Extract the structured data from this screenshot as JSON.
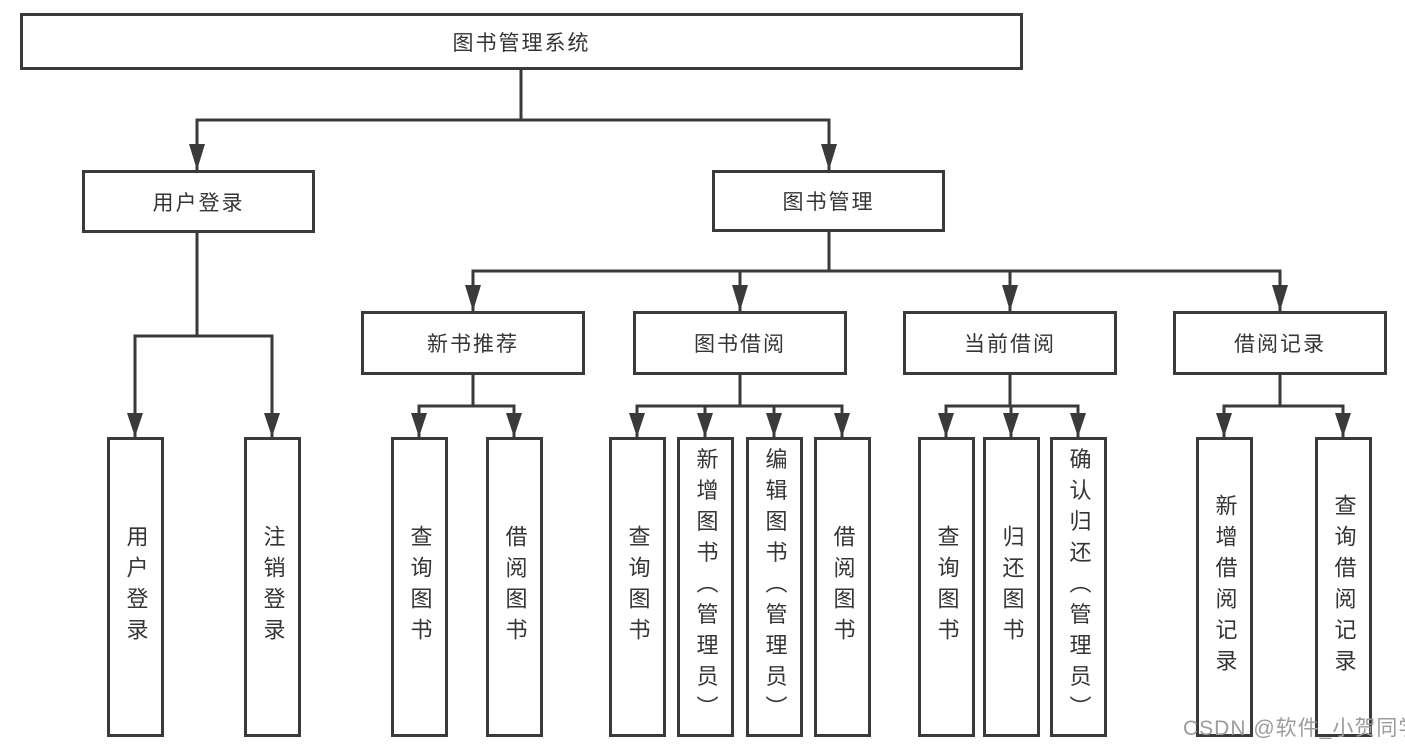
{
  "diagram": {
    "root": {
      "label": "图书管理系统",
      "children": [
        {
          "label": "用户登录",
          "children": [
            {
              "label": "用户登录"
            },
            {
              "label": "注销登录"
            }
          ]
        },
        {
          "label": "图书管理",
          "children": [
            {
              "label": "新书推荐",
              "children": [
                {
                  "label": "查询图书"
                },
                {
                  "label": "借阅图书"
                }
              ]
            },
            {
              "label": "图书借阅",
              "children": [
                {
                  "label": "查询图书"
                },
                {
                  "label": "新增图书（管理员）"
                },
                {
                  "label": "编辑图书（管理员）"
                },
                {
                  "label": "借阅图书"
                }
              ]
            },
            {
              "label": "当前借阅",
              "children": [
                {
                  "label": "查询图书"
                },
                {
                  "label": "归还图书"
                },
                {
                  "label": "确认归还（管理员）"
                }
              ]
            },
            {
              "label": "借阅记录",
              "children": [
                {
                  "label": "新增借阅记录"
                },
                {
                  "label": "查询借阅记录"
                }
              ]
            }
          ]
        }
      ]
    }
  },
  "watermark": {
    "text": "CSDN @软件_小贺同学"
  },
  "colors": {
    "line": "#3a3a3a",
    "text": "#353535",
    "watermark": "#9c9c9c",
    "bg": "#ffffff"
  }
}
